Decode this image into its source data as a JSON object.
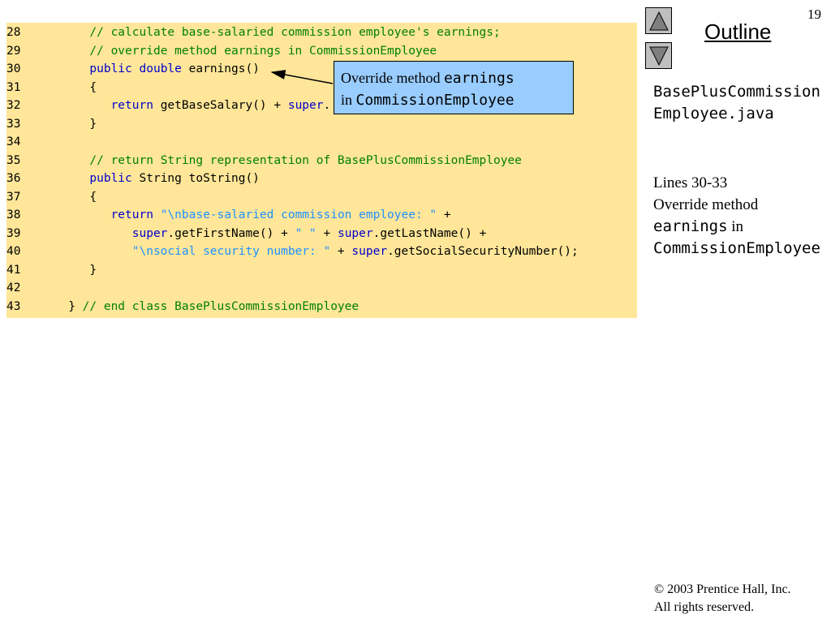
{
  "slide": {
    "page_number": "19",
    "outline_label": "Outline",
    "side_filename": "BasePlusCommissionEmployee.java",
    "side_lines": "Lines 30-33",
    "side_note_text": "Override method",
    "side_note_method": "earnings",
    "side_note_in": "in",
    "side_note_class": "CommissionEmployee",
    "copyright_line1": "© 2003 Prentice Hall, Inc.",
    "copyright_line2": "All rights reserved."
  },
  "callout": {
    "text1": "Override method ",
    "method": "earnings",
    "text2": "in ",
    "class_name": "CommissionEmployee"
  },
  "nav": {
    "up_icon": "triangle-up-icon",
    "down_icon": "triangle-down-icon"
  },
  "code": {
    "lines": [
      {
        "num": "28",
        "segs": [
          [
            "",
            "      "
          ],
          [
            "cm",
            "// calculate base-salaried commission employee's earnings;"
          ]
        ]
      },
      {
        "num": "29",
        "segs": [
          [
            "",
            "      "
          ],
          [
            "cm",
            "// override method earnings in CommissionEmployee"
          ]
        ]
      },
      {
        "num": "30",
        "segs": [
          [
            "",
            "      "
          ],
          [
            "kw",
            "public"
          ],
          [
            "",
            " "
          ],
          [
            "kw",
            "double"
          ],
          [
            "",
            " earnings()"
          ]
        ]
      },
      {
        "num": "31",
        "segs": [
          [
            "",
            "      {"
          ]
        ]
      },
      {
        "num": "32",
        "segs": [
          [
            "",
            "         "
          ],
          [
            "kw",
            "return"
          ],
          [
            "",
            " getBaseSalary() + "
          ],
          [
            "kw",
            "super"
          ],
          [
            "",
            "."
          ]
        ]
      },
      {
        "num": "33",
        "segs": [
          [
            "",
            "      }"
          ]
        ]
      },
      {
        "num": "34",
        "segs": [
          [
            "",
            ""
          ]
        ]
      },
      {
        "num": "35",
        "segs": [
          [
            "",
            "      "
          ],
          [
            "cm",
            "// return String representation of BasePlusCommissionEmployee"
          ]
        ]
      },
      {
        "num": "36",
        "segs": [
          [
            "",
            "      "
          ],
          [
            "kw",
            "public"
          ],
          [
            "",
            " String toString()"
          ]
        ]
      },
      {
        "num": "37",
        "segs": [
          [
            "",
            "      {"
          ]
        ]
      },
      {
        "num": "38",
        "segs": [
          [
            "",
            "         "
          ],
          [
            "kw",
            "return"
          ],
          [
            "",
            " "
          ],
          [
            "st",
            "\"\\nbase-salaried commission employee: \""
          ],
          [
            "",
            " +"
          ]
        ]
      },
      {
        "num": "39",
        "segs": [
          [
            "",
            "            "
          ],
          [
            "kw",
            "super"
          ],
          [
            "",
            ".getFirstName() + "
          ],
          [
            "st",
            "\" \""
          ],
          [
            "",
            " + "
          ],
          [
            "kw",
            "super"
          ],
          [
            "",
            ".getLastName() +"
          ]
        ]
      },
      {
        "num": "40",
        "segs": [
          [
            "",
            "            "
          ],
          [
            "st",
            "\"\\nsocial security number: \""
          ],
          [
            "",
            " + "
          ],
          [
            "kw",
            "super"
          ],
          [
            "",
            ".getSocialSecurityNumber();"
          ]
        ]
      },
      {
        "num": "41",
        "segs": [
          [
            "",
            "      }"
          ]
        ]
      },
      {
        "num": "42",
        "segs": [
          [
            "",
            ""
          ]
        ]
      },
      {
        "num": "43",
        "segs": [
          [
            "",
            "   } "
          ],
          [
            "cm",
            "// end class BasePlusCommissionEmployee"
          ]
        ]
      }
    ]
  }
}
